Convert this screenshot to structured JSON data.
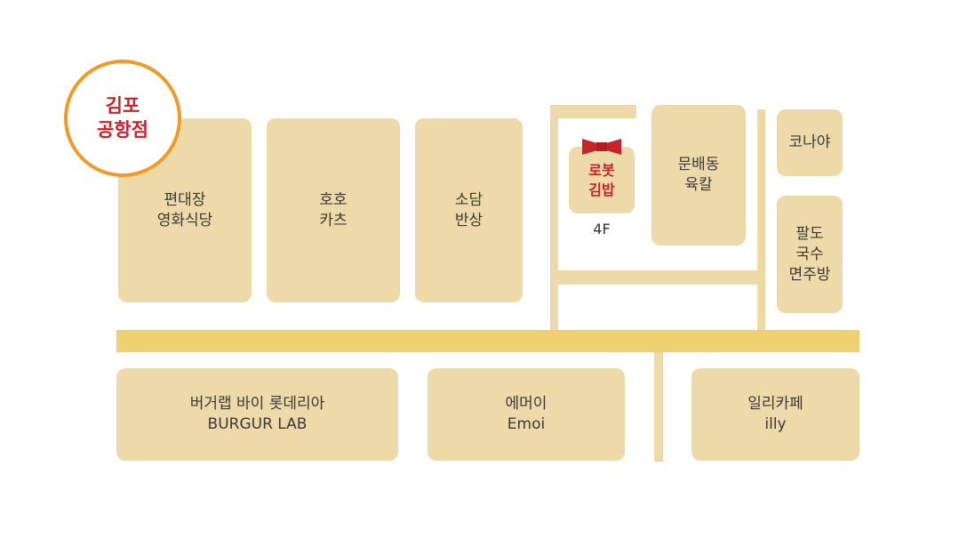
{
  "badge": {
    "line1": "김포",
    "line2": "공항점"
  },
  "stores": {
    "pyeondaejang": {
      "line1": "편대장",
      "line2": "영화식당"
    },
    "hoho": {
      "line1": "호호",
      "line2": "카츠"
    },
    "sodam": {
      "line1": "소담",
      "line2": "반상"
    },
    "robot": {
      "line1": "로봇",
      "line2": "김밥"
    },
    "munbaedong": {
      "line1": "문배동",
      "line2": "육칼"
    },
    "konaya": {
      "line1": "코나야"
    },
    "paldo": {
      "line1": "팔도",
      "line2": "국수",
      "line3": "면주방"
    },
    "burgur": {
      "line1": "버거랩 바이 롯데리아",
      "line2": "BURGUR LAB"
    },
    "emoi": {
      "line1": "에머이",
      "line2": "Emoi"
    },
    "illy": {
      "line1": "일리카페",
      "line2": "illy"
    }
  },
  "floor_label": "4F",
  "colors": {
    "block": "#eedaa8",
    "main_road": "#efd16f",
    "badge_border": "#f09b28",
    "highlight_text": "#c8232a",
    "bow": "#c8232a"
  },
  "icons": {
    "location_marker": "bow-ribbon-icon"
  }
}
